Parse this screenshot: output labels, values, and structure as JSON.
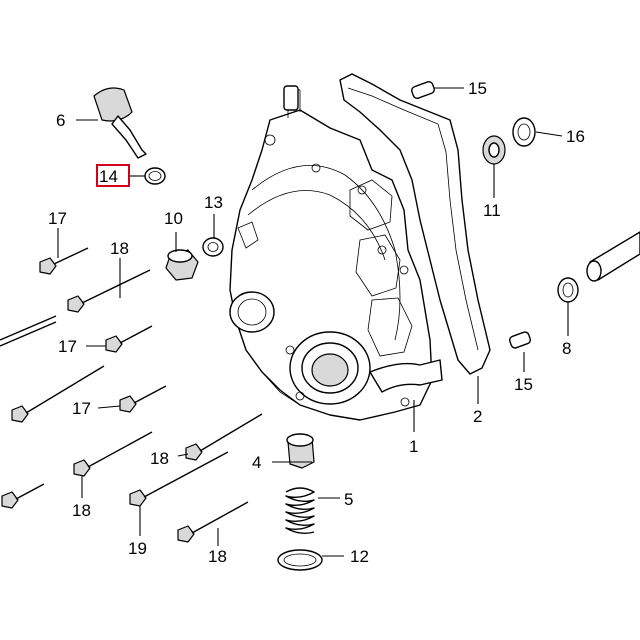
{
  "callouts": {
    "c1": "1",
    "c2": "2",
    "c4": "4",
    "c5": "5",
    "c6": "6",
    "c8": "8",
    "c10": "10",
    "c11": "11",
    "c12": "12",
    "c13": "13",
    "c14": "14",
    "c15a": "15",
    "c15b": "15",
    "c16": "16",
    "c17a": "17",
    "c17b": "17",
    "c17c": "17",
    "c18a": "18",
    "c18b": "18",
    "c18c": "18",
    "c18d": "18",
    "c19": "19"
  },
  "colors": {
    "highlight": "#d6001c",
    "ink": "#000000",
    "shade": "#d9d9d9"
  },
  "highlighted_callout": "14"
}
